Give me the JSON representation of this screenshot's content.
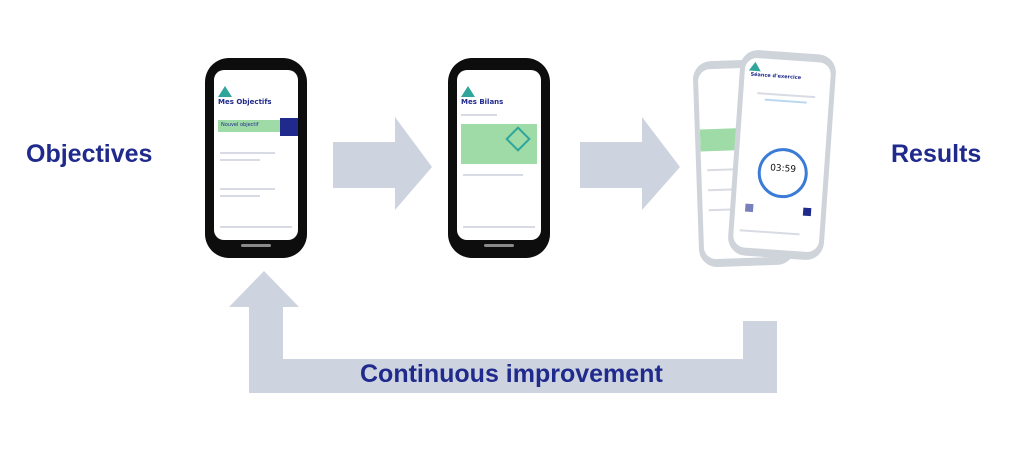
{
  "labels": {
    "objectives": "Objectives",
    "results": "Results",
    "loop": "Continuous improvement"
  },
  "phone1": {
    "title": "Mes Objectifs",
    "button": "Nouvel objectif"
  },
  "phone2": {
    "title": "Mes Bilans"
  },
  "phone3": {
    "title": "Séance d'exercice",
    "timer": "03:59"
  },
  "colors": {
    "label": "#1f2a8c",
    "arrow": "#cdd3df",
    "accent": "#9fdba6",
    "timer_ring": "#3a7bd5"
  }
}
